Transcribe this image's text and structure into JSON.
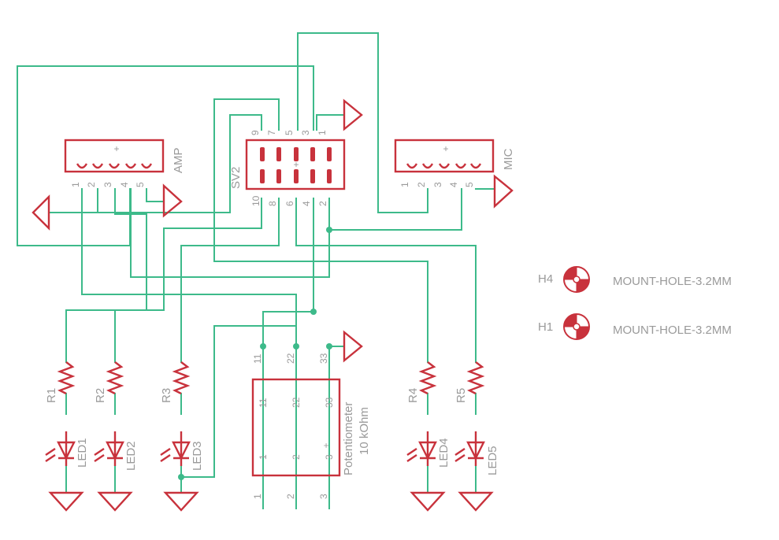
{
  "colors": {
    "wire": "#3dba8a",
    "symbol": "#c8323c",
    "label": "#9a9a9a",
    "background": "#ffffff"
  },
  "connectors": {
    "amp": {
      "name": "AMP",
      "pins": [
        "1",
        "2",
        "3",
        "4",
        "5"
      ]
    },
    "mic": {
      "name": "MIC",
      "pins": [
        "1",
        "2",
        "3",
        "4",
        "5"
      ]
    },
    "sv2": {
      "name": "SV2",
      "top_pins": [
        "9",
        "7",
        "5",
        "3",
        "1"
      ],
      "bottom_pins": [
        "10",
        "8",
        "6",
        "4",
        "2"
      ]
    }
  },
  "resistors": [
    "R1",
    "R2",
    "R3",
    "R4",
    "R5"
  ],
  "leds": [
    "LED1",
    "LED2",
    "LED3",
    "LED4",
    "LED5"
  ],
  "potentiometer": {
    "label_line1": "Potentiometer",
    "label_line2": "10 kOhm",
    "upper_pins": [
      "11",
      "22",
      "33"
    ],
    "inner_upper": [
      "11",
      "22",
      "33"
    ],
    "inner_lower": [
      "1",
      "2",
      "3"
    ],
    "lower_pins": [
      "1",
      "2",
      "3"
    ]
  },
  "mount_holes": [
    {
      "name": "H4",
      "value": "MOUNT-HOLE-3.2MM"
    },
    {
      "name": "H1",
      "value": "MOUNT-HOLE-3.2MM"
    }
  ],
  "plus_mark": "+"
}
